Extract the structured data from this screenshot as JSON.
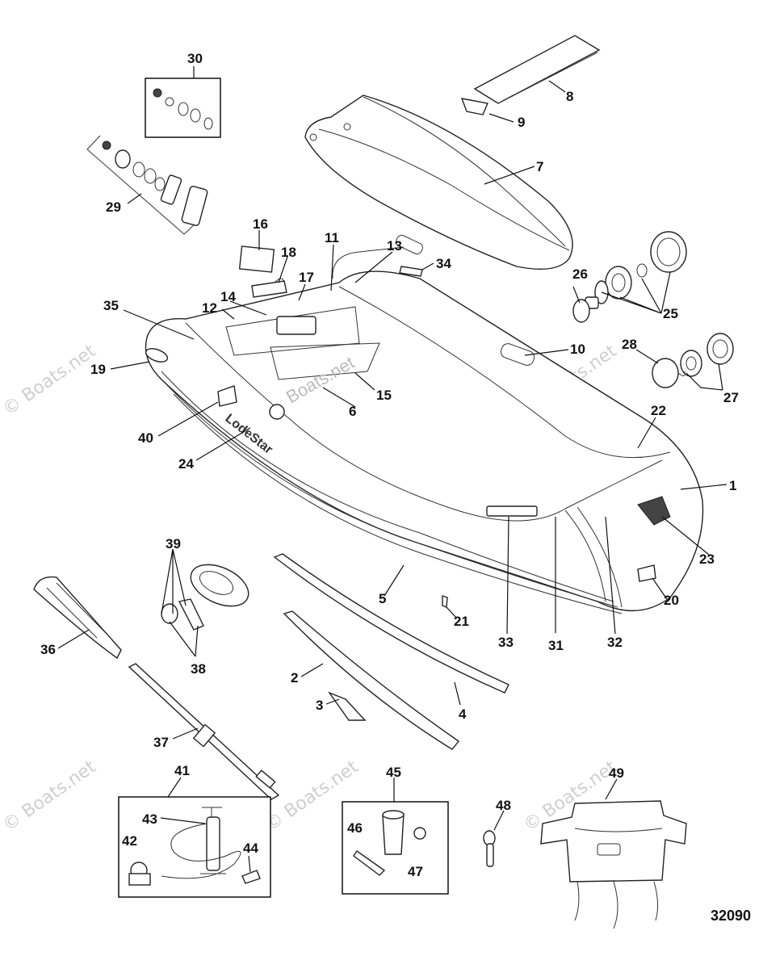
{
  "figure_number": "32090",
  "watermark_text": "© Boats.net",
  "center_watermark": "Boats.net",
  "brand_label": "LodeStar",
  "callouts": [
    "1",
    "2",
    "3",
    "4",
    "5",
    "6",
    "7",
    "8",
    "9",
    "10",
    "11",
    "12",
    "13",
    "14",
    "15",
    "16",
    "17",
    "18",
    "19",
    "20",
    "21",
    "22",
    "23",
    "24",
    "25",
    "26",
    "27",
    "28",
    "29",
    "30",
    "31",
    "32",
    "33",
    "34",
    "35",
    "36",
    "37",
    "38",
    "39",
    "40",
    "41",
    "42",
    "43",
    "44",
    "45",
    "46",
    "47",
    "48",
    "49"
  ]
}
